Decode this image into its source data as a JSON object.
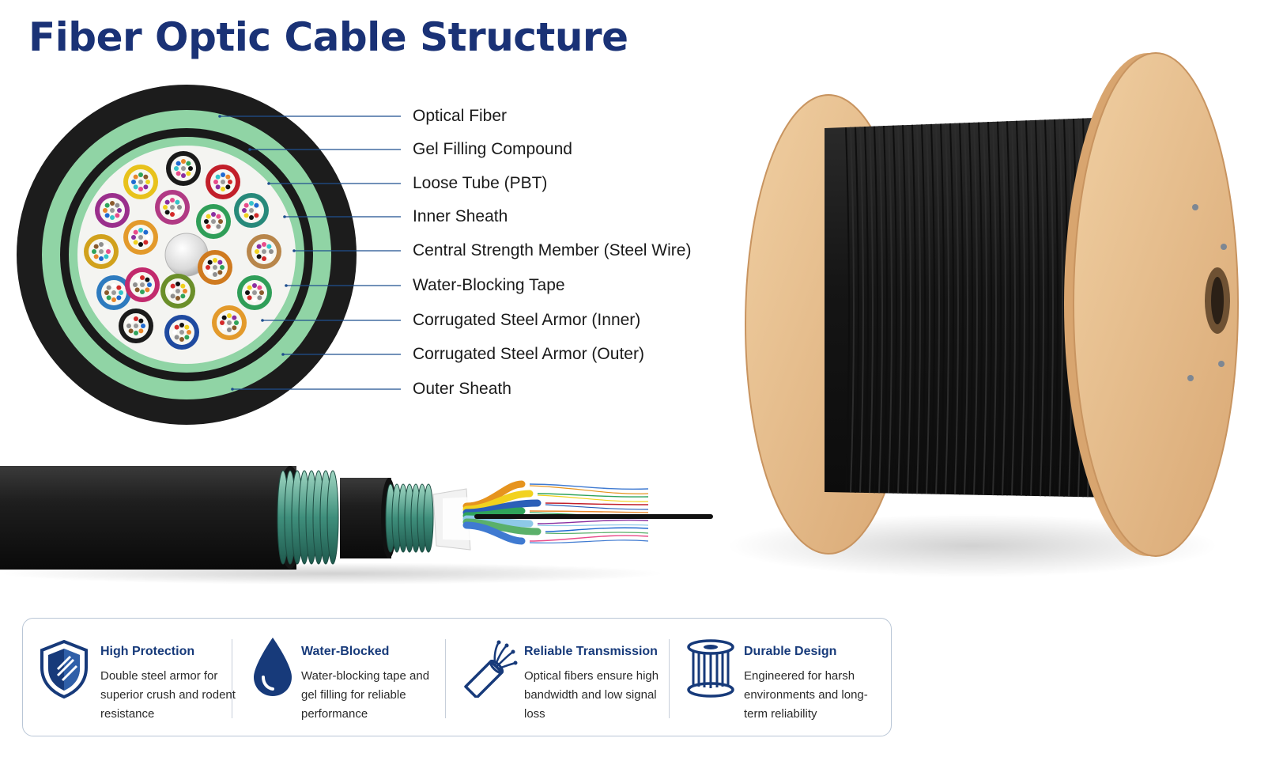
{
  "title": "Fiber Optic Cable Structure",
  "colors": {
    "title": "#1a3276",
    "accent": "#173a7a",
    "leader_line": "#1f4f8f",
    "green_layer": "#8dd3a3",
    "cable_black": "#1b1b1b",
    "wood": "#e4bc8b"
  },
  "layers": [
    {
      "label": "Optical Fiber"
    },
    {
      "label": "Gel Filling Compound"
    },
    {
      "label": "Loose Tube (PBT)"
    },
    {
      "label": "Inner Sheath"
    },
    {
      "label": "Central Strength Member (Steel Wire)"
    },
    {
      "label": "Water-Blocking Tape"
    },
    {
      "label": "Corrugated Steel Armor (Inner)"
    },
    {
      "label": "Corrugated Steel Armor (Outer)"
    },
    {
      "label": "Outer Sheath"
    }
  ],
  "features": [
    {
      "icon": "shield-icon",
      "title": "High Protection",
      "desc": "Double steel armor for superior crush and rodent resistance"
    },
    {
      "icon": "water-drop-icon",
      "title": "Water-Blocked",
      "desc": "Water-blocking tape and gel filling for reliable performance"
    },
    {
      "icon": "fiber-strands-icon",
      "title": "Reliable Transmission",
      "desc": "Optical fibers ensure high bandwidth and low signal loss"
    },
    {
      "icon": "cable-reel-icon",
      "title": "Durable Design",
      "desc": "Engineered for harsh environments and long-term reliability"
    }
  ]
}
